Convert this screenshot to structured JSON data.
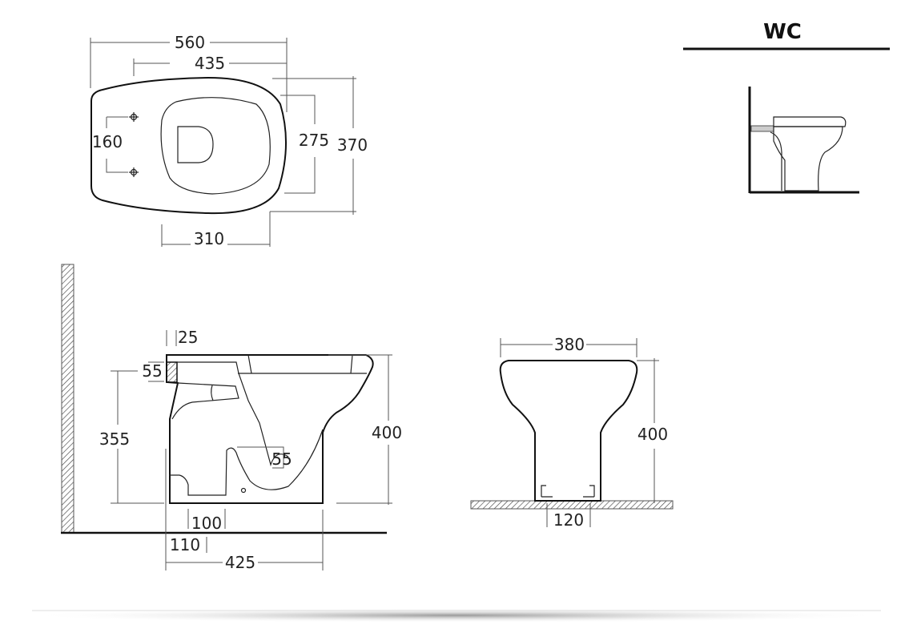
{
  "title": "WC",
  "top_view": {
    "dims": {
      "overall_length": "560",
      "bowl_length": "435",
      "fixing_spacing": "160",
      "inner_width": "275",
      "overall_width": "370",
      "bowl_offset": "310"
    }
  },
  "side_view": {
    "dims": {
      "top_thickness": "25",
      "outlet_height": "55",
      "outlet_centre_height": "355",
      "overall_height": "400",
      "trap_size": "55",
      "base_offset": "100",
      "outlet_offset": "110",
      "overall_depth": "425"
    }
  },
  "front_view": {
    "dims": {
      "overall_width": "380",
      "overall_height": "400",
      "base_width": "120"
    }
  }
}
